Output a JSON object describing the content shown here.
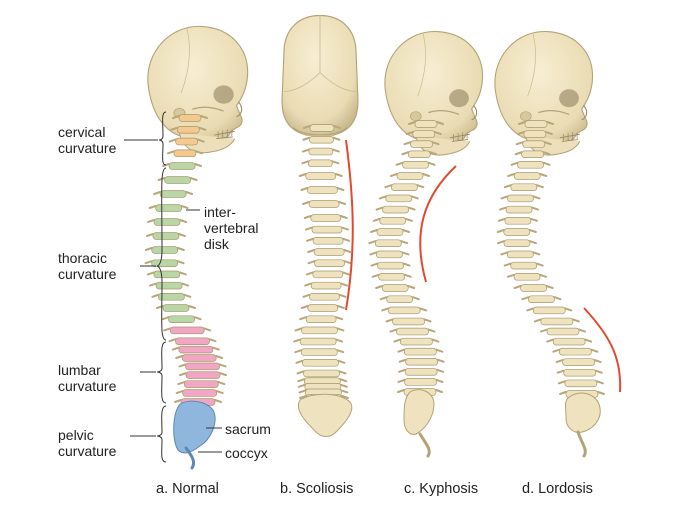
{
  "labels": {
    "cervical": [
      "cervical",
      "curvature"
    ],
    "thoracic": [
      "thoracic",
      "curvature"
    ],
    "lumbar": [
      "lumbar",
      "curvature"
    ],
    "pelvic": [
      "pelvic",
      "curvature"
    ],
    "intervertebral": [
      "inter-",
      "vertebral",
      "disk"
    ],
    "sacrum": "sacrum",
    "coccyx": "coccyx"
  },
  "captions": {
    "normal": "a. Normal",
    "scoliosis": "b. Scoliosis",
    "kyphosis": "c. Kyphosis",
    "lordosis": "d. Lordosis"
  },
  "colors": {
    "bone": "#efe2bf",
    "bone_shadow": "#c9b98e",
    "cervical": "#f4c98f",
    "thoracic": "#b8d6a6",
    "lumbar": "#f1a6c4",
    "sacrum": "#8fb6dd",
    "curve_marker": "#e2492f"
  }
}
